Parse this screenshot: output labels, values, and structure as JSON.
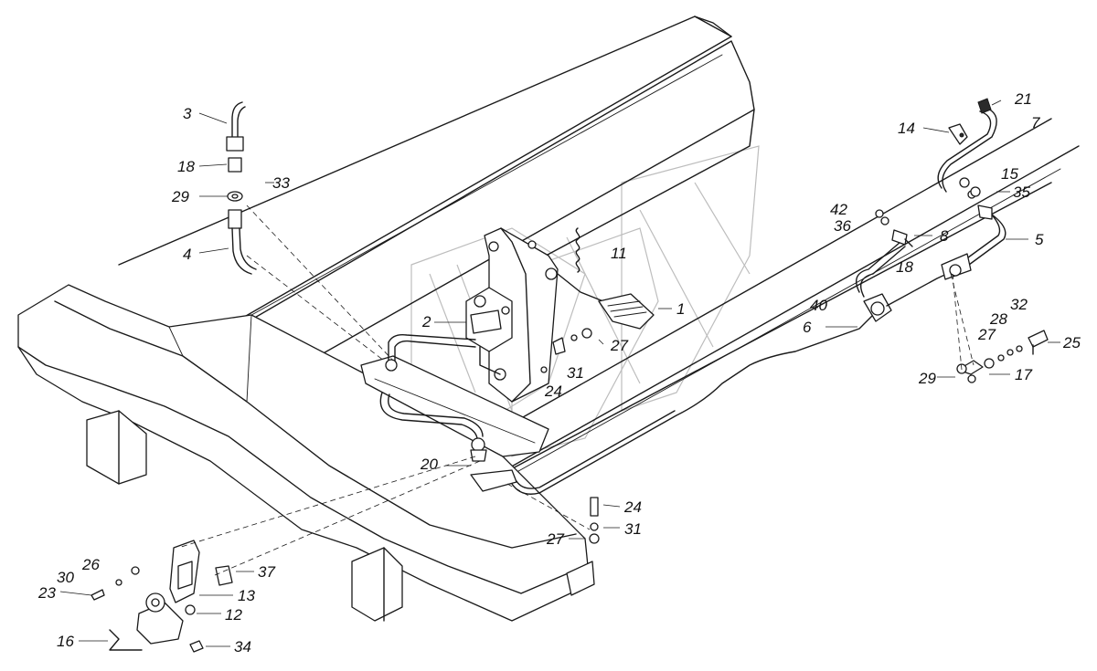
{
  "callouts": [
    {
      "id": "c1",
      "text": "1"
    },
    {
      "id": "c2",
      "text": "2"
    },
    {
      "id": "c3",
      "text": "3"
    },
    {
      "id": "c4",
      "text": "4"
    },
    {
      "id": "c5",
      "text": "5"
    },
    {
      "id": "c6",
      "text": "6"
    },
    {
      "id": "c7",
      "text": "7"
    },
    {
      "id": "c8",
      "text": "8"
    },
    {
      "id": "c11",
      "text": "11"
    },
    {
      "id": "c12",
      "text": "12"
    },
    {
      "id": "c13",
      "text": "13"
    },
    {
      "id": "c14",
      "text": "14"
    },
    {
      "id": "c15",
      "text": "15"
    },
    {
      "id": "c16",
      "text": "16"
    },
    {
      "id": "c17",
      "text": "17"
    },
    {
      "id": "c18a",
      "text": "18"
    },
    {
      "id": "c18b",
      "text": "18"
    },
    {
      "id": "c20",
      "text": "20"
    },
    {
      "id": "c21",
      "text": "21"
    },
    {
      "id": "c23",
      "text": "23"
    },
    {
      "id": "c24a",
      "text": "24"
    },
    {
      "id": "c24b",
      "text": "24"
    },
    {
      "id": "c25",
      "text": "25"
    },
    {
      "id": "c26",
      "text": "26"
    },
    {
      "id": "c27a",
      "text": "27"
    },
    {
      "id": "c27b",
      "text": "27"
    },
    {
      "id": "c27c",
      "text": "27"
    },
    {
      "id": "c28",
      "text": "28"
    },
    {
      "id": "c29a",
      "text": "29"
    },
    {
      "id": "c29b",
      "text": "29"
    },
    {
      "id": "c30",
      "text": "30"
    },
    {
      "id": "c31a",
      "text": "31"
    },
    {
      "id": "c31b",
      "text": "31"
    },
    {
      "id": "c32",
      "text": "32"
    },
    {
      "id": "c33",
      "text": "33"
    },
    {
      "id": "c34",
      "text": "34"
    },
    {
      "id": "c35",
      "text": "35"
    },
    {
      "id": "c36",
      "text": "36"
    },
    {
      "id": "c37",
      "text": "37"
    },
    {
      "id": "c40",
      "text": "40"
    },
    {
      "id": "c42",
      "text": "42"
    }
  ]
}
